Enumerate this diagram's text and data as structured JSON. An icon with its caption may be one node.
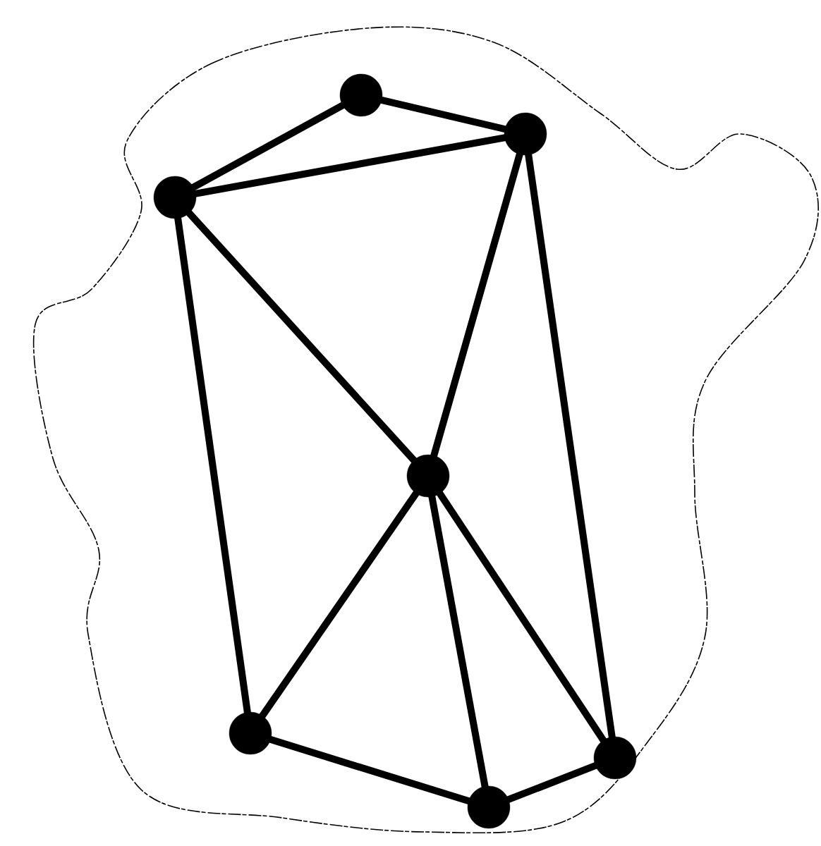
{
  "diagram": {
    "nodes": [
      {
        "text": [],
        "shape": "circle"
      },
      {
        "text": [],
        "shape": "circle"
      },
      {
        "text": [],
        "shape": "circle"
      },
      {
        "text": [],
        "shape": "circle"
      },
      {
        "text": [],
        "shape": "circle"
      },
      {
        "text": [],
        "shape": "circle"
      },
      {
        "text": [],
        "shape": "circle"
      }
    ],
    "edges": [
      {
        "from": 2,
        "to": 0,
        "arrow": "none"
      },
      {
        "from": 0,
        "to": 1,
        "arrow": "none"
      },
      {
        "from": 2,
        "to": 1,
        "arrow": "none"
      },
      {
        "from": 2,
        "to": 4,
        "arrow": "none"
      },
      {
        "from": 2,
        "to": 3,
        "arrow": "none"
      },
      {
        "from": 1,
        "to": 3,
        "arrow": "none"
      },
      {
        "from": 1,
        "to": 6,
        "arrow": "none"
      },
      {
        "from": 3,
        "to": 4,
        "arrow": "none"
      },
      {
        "from": 3,
        "to": 5,
        "arrow": "none"
      },
      {
        "from": 3,
        "to": 6,
        "arrow": "none"
      },
      {
        "from": 4,
        "to": 5,
        "arrow": "none"
      },
      {
        "from": 5,
        "to": 6,
        "arrow": "none"
      }
    ]
  }
}
